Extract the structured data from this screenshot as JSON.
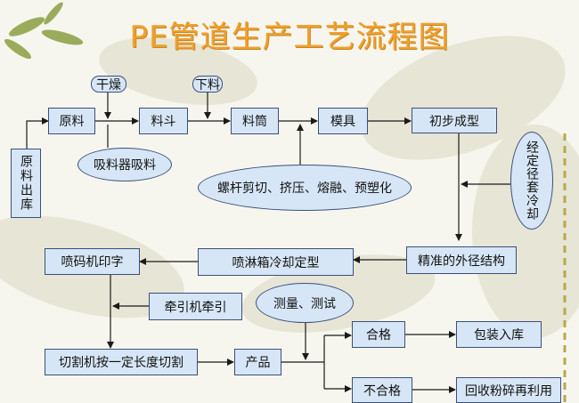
{
  "title": "PE管道生产工艺流程图",
  "nodes": {
    "raw_storage": "原料出库",
    "raw": "原料",
    "dry": "干燥",
    "hopper": "料斗",
    "feed": "下料",
    "barrel": "料筒",
    "mold": "模具",
    "initial_forming": "初步成型",
    "suction": "吸料器吸料",
    "screw": "螺杆剪切、挤压、熔融、预塑化",
    "sizing_cooling": "经定径套冷却",
    "precise_diameter": "精准的外径结构",
    "spray_cooling": "喷淋箱冷却定型",
    "inkjet": "喷码机印字",
    "traction": "牵引机牵引",
    "measure": "测量、测试",
    "cut": "切割机按一定长度切割",
    "product": "产品",
    "qualified": "合格",
    "pack": "包装入库",
    "unqualified": "不合格",
    "recycle": "回收粉碎再利用"
  },
  "colors": {
    "title": "#f0a030",
    "box_fill": "#d6e6f6",
    "box_border": "#3d4f7a",
    "arrow": "#1a1a1a"
  }
}
